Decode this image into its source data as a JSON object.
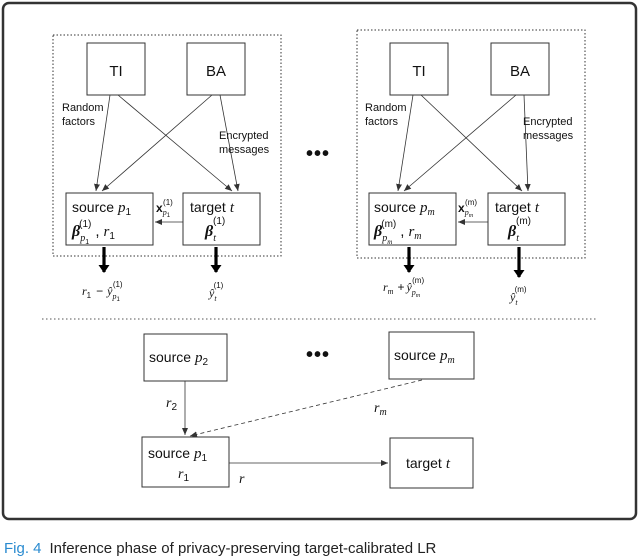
{
  "caption": {
    "figure_number": "Fig. 4",
    "text": "Inference phase of privacy-preserving target-calibrated LR"
  },
  "top_panel": {
    "left_group": {
      "ti_label": "TI",
      "ba_label": "BA",
      "random_factors_line1": "Random",
      "random_factors_line2": "factors",
      "encrypted_line1": "Encrypted",
      "encrypted_line2": "messages",
      "source_word": "source",
      "source_var": "p",
      "source_sub": "1",
      "source_beta": "β",
      "source_beta_sub": "p",
      "source_beta_subsub": "1",
      "source_beta_sup": "(1)",
      "source_r": "r",
      "source_r_sub": "1",
      "target_word": "target",
      "target_var": "t",
      "target_beta": "β",
      "target_beta_sub": "t",
      "target_beta_sup": "(1)",
      "x_label": "x",
      "x_sub": "p",
      "x_subsub": "1",
      "x_sup": "(1)",
      "out_left_r": "r",
      "out_left_r_sub": "1",
      "out_left_op": "−",
      "out_left_y": "ŷ",
      "out_left_y_sub": "p",
      "out_left_y_subsub": "1",
      "out_left_y_sup": "(1)",
      "out_right_y": "ŷ",
      "out_right_sub": "t",
      "out_right_sup": "(1)"
    },
    "ellipsis": "•••",
    "right_group": {
      "ti_label": "TI",
      "ba_label": "BA",
      "random_factors_line1": "Random",
      "random_factors_line2": "factors",
      "encrypted_line1": "Encrypted",
      "encrypted_line2": "messages",
      "source_word": "source",
      "source_var": "p",
      "source_sub": "m",
      "source_beta": "β",
      "source_beta_sub": "p",
      "source_beta_subsub": "m",
      "source_beta_sup": "(m)",
      "source_r": "r",
      "source_r_sub": "m",
      "target_word": "target",
      "target_var": "t",
      "target_beta": "β",
      "target_beta_sub": "t",
      "target_beta_sup": "(m)",
      "x_label": "x",
      "x_sub": "p",
      "x_subsub": "m",
      "x_sup": "(m)",
      "out_left_r": "r",
      "out_left_r_sub": "m",
      "out_left_op": "+",
      "out_left_y": "ŷ",
      "out_left_y_sub": "p",
      "out_left_y_subsub": "m",
      "out_left_y_sup": "(m)",
      "out_right_y": "ŷ",
      "out_right_sub": "t",
      "out_right_sup": "(m)"
    }
  },
  "bottom_panel": {
    "source_p2_word": "source",
    "source_p2_var": "p",
    "source_p2_sub": "2",
    "ellipsis": "•••",
    "source_pm_word": "source",
    "source_pm_var": "p",
    "source_pm_sub": "m",
    "r2_var": "r",
    "r2_sub": "2",
    "rm_var": "r",
    "rm_sub": "m",
    "source_p1_word": "source",
    "source_p1_var": "p",
    "source_p1_sub": "1",
    "source_p1_r": "r",
    "source_p1_r_sub": "1",
    "r_label": "r",
    "target_word": "target",
    "target_var": "t"
  }
}
